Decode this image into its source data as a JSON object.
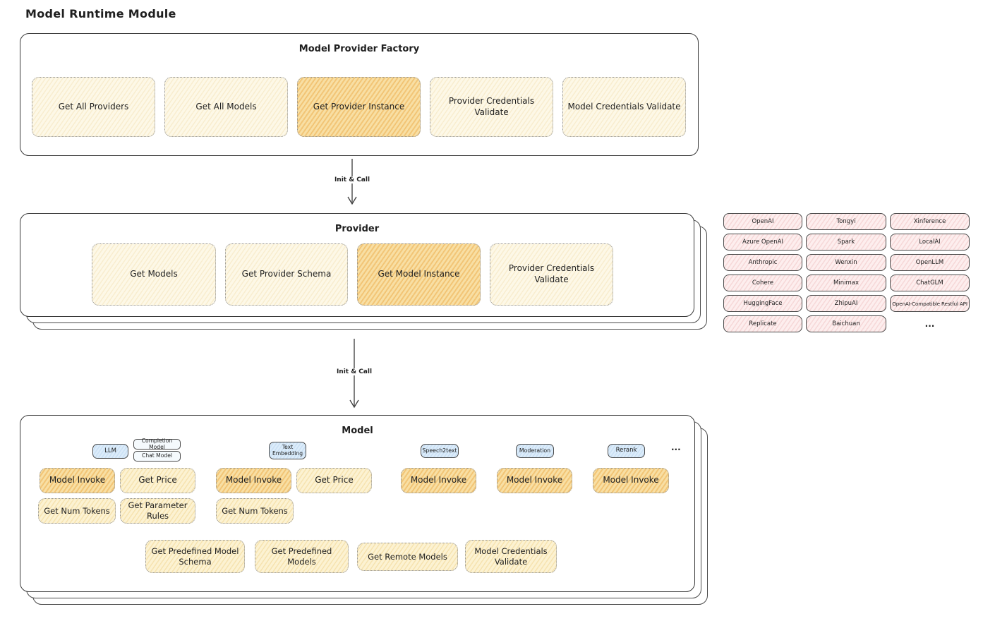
{
  "title": "Model Runtime Module",
  "factory": {
    "title": "Model Provider Factory",
    "items": [
      "Get All Providers",
      "Get All Models",
      "Get Provider Instance",
      "Provider Credentials Validate",
      "Model Credentials Validate"
    ]
  },
  "arrow1": {
    "label": "Init & Call"
  },
  "provider": {
    "title": "Provider",
    "items": [
      "Get Models",
      "Get Provider Schema",
      "Get Model Instance",
      "Provider Credentials Validate"
    ]
  },
  "providers_grid": {
    "items": [
      "OpenAI",
      "Tongyi",
      "Xinference",
      "Azure OpenAI",
      "Spark",
      "LocalAI",
      "Anthropic",
      "Wenxin",
      "OpenLLM",
      "Cohere",
      "Minimax",
      "ChatGLM",
      "HuggingFace",
      "ZhipuAI",
      "OpenAI-Compatible Restful API",
      "Replicate",
      "Baichuan"
    ],
    "ellipsis": "..."
  },
  "arrow2": {
    "label": "Init & Call"
  },
  "model": {
    "title": "Model",
    "tags": {
      "llm": "LLM",
      "completion": "Completion Model",
      "chat": "Chat Model",
      "text_embedding": "Text Embedding",
      "speech2text": "Speech2text",
      "moderation": "Moderation",
      "rerank": "Rerank",
      "ellipsis": "..."
    },
    "llm": {
      "invoke": "Model Invoke",
      "price": "Get Price",
      "tokens": "Get Num Tokens",
      "rules": "Get Parameter Rules"
    },
    "text_embedding": {
      "invoke": "Model Invoke",
      "price": "Get Price",
      "tokens": "Get Num Tokens"
    },
    "speech2text": {
      "invoke": "Model Invoke"
    },
    "moderation": {
      "invoke": "Model Invoke"
    },
    "rerank": {
      "invoke": "Model Invoke"
    },
    "bottom": [
      "Get Predefined Model Schema",
      "Get Predefined Models",
      "Get Remote Models",
      "Model Credentials Validate"
    ]
  },
  "colors": {
    "highlight_orange": "#f4c35c",
    "node_cream": "#fdf8e7",
    "node_yellow": "#fcf2d2",
    "provider_pink": "#fdeeee",
    "type_tag_blue": "#dcecfa",
    "stroke_dark": "#3a3a3a"
  }
}
